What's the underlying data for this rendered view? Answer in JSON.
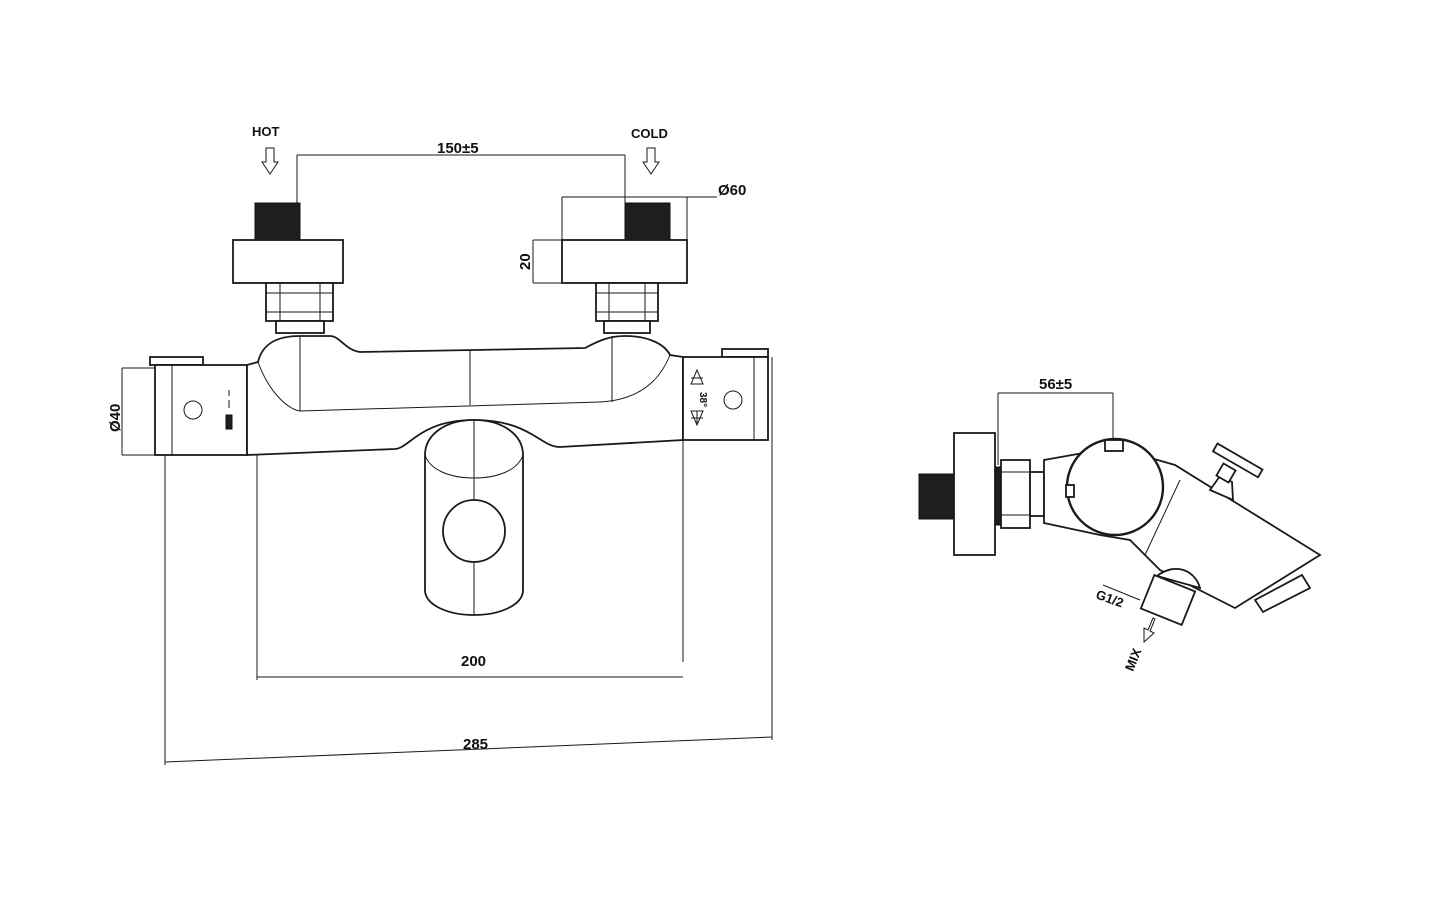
{
  "labels": {
    "hot": "HOT",
    "cold": "COLD",
    "inlet_spacing": "150±5",
    "flange_diameter": "Ø60",
    "flange_depth": "20",
    "body_diameter": "Ø40",
    "temperature_mark": "38°",
    "mount_width": "200",
    "overall_width": "285",
    "wall_offset": "56±5",
    "outlet_thread": "G1/2",
    "mix": "MIX"
  },
  "colors": {
    "line": "#1a1a1a",
    "background": "#ffffff"
  }
}
